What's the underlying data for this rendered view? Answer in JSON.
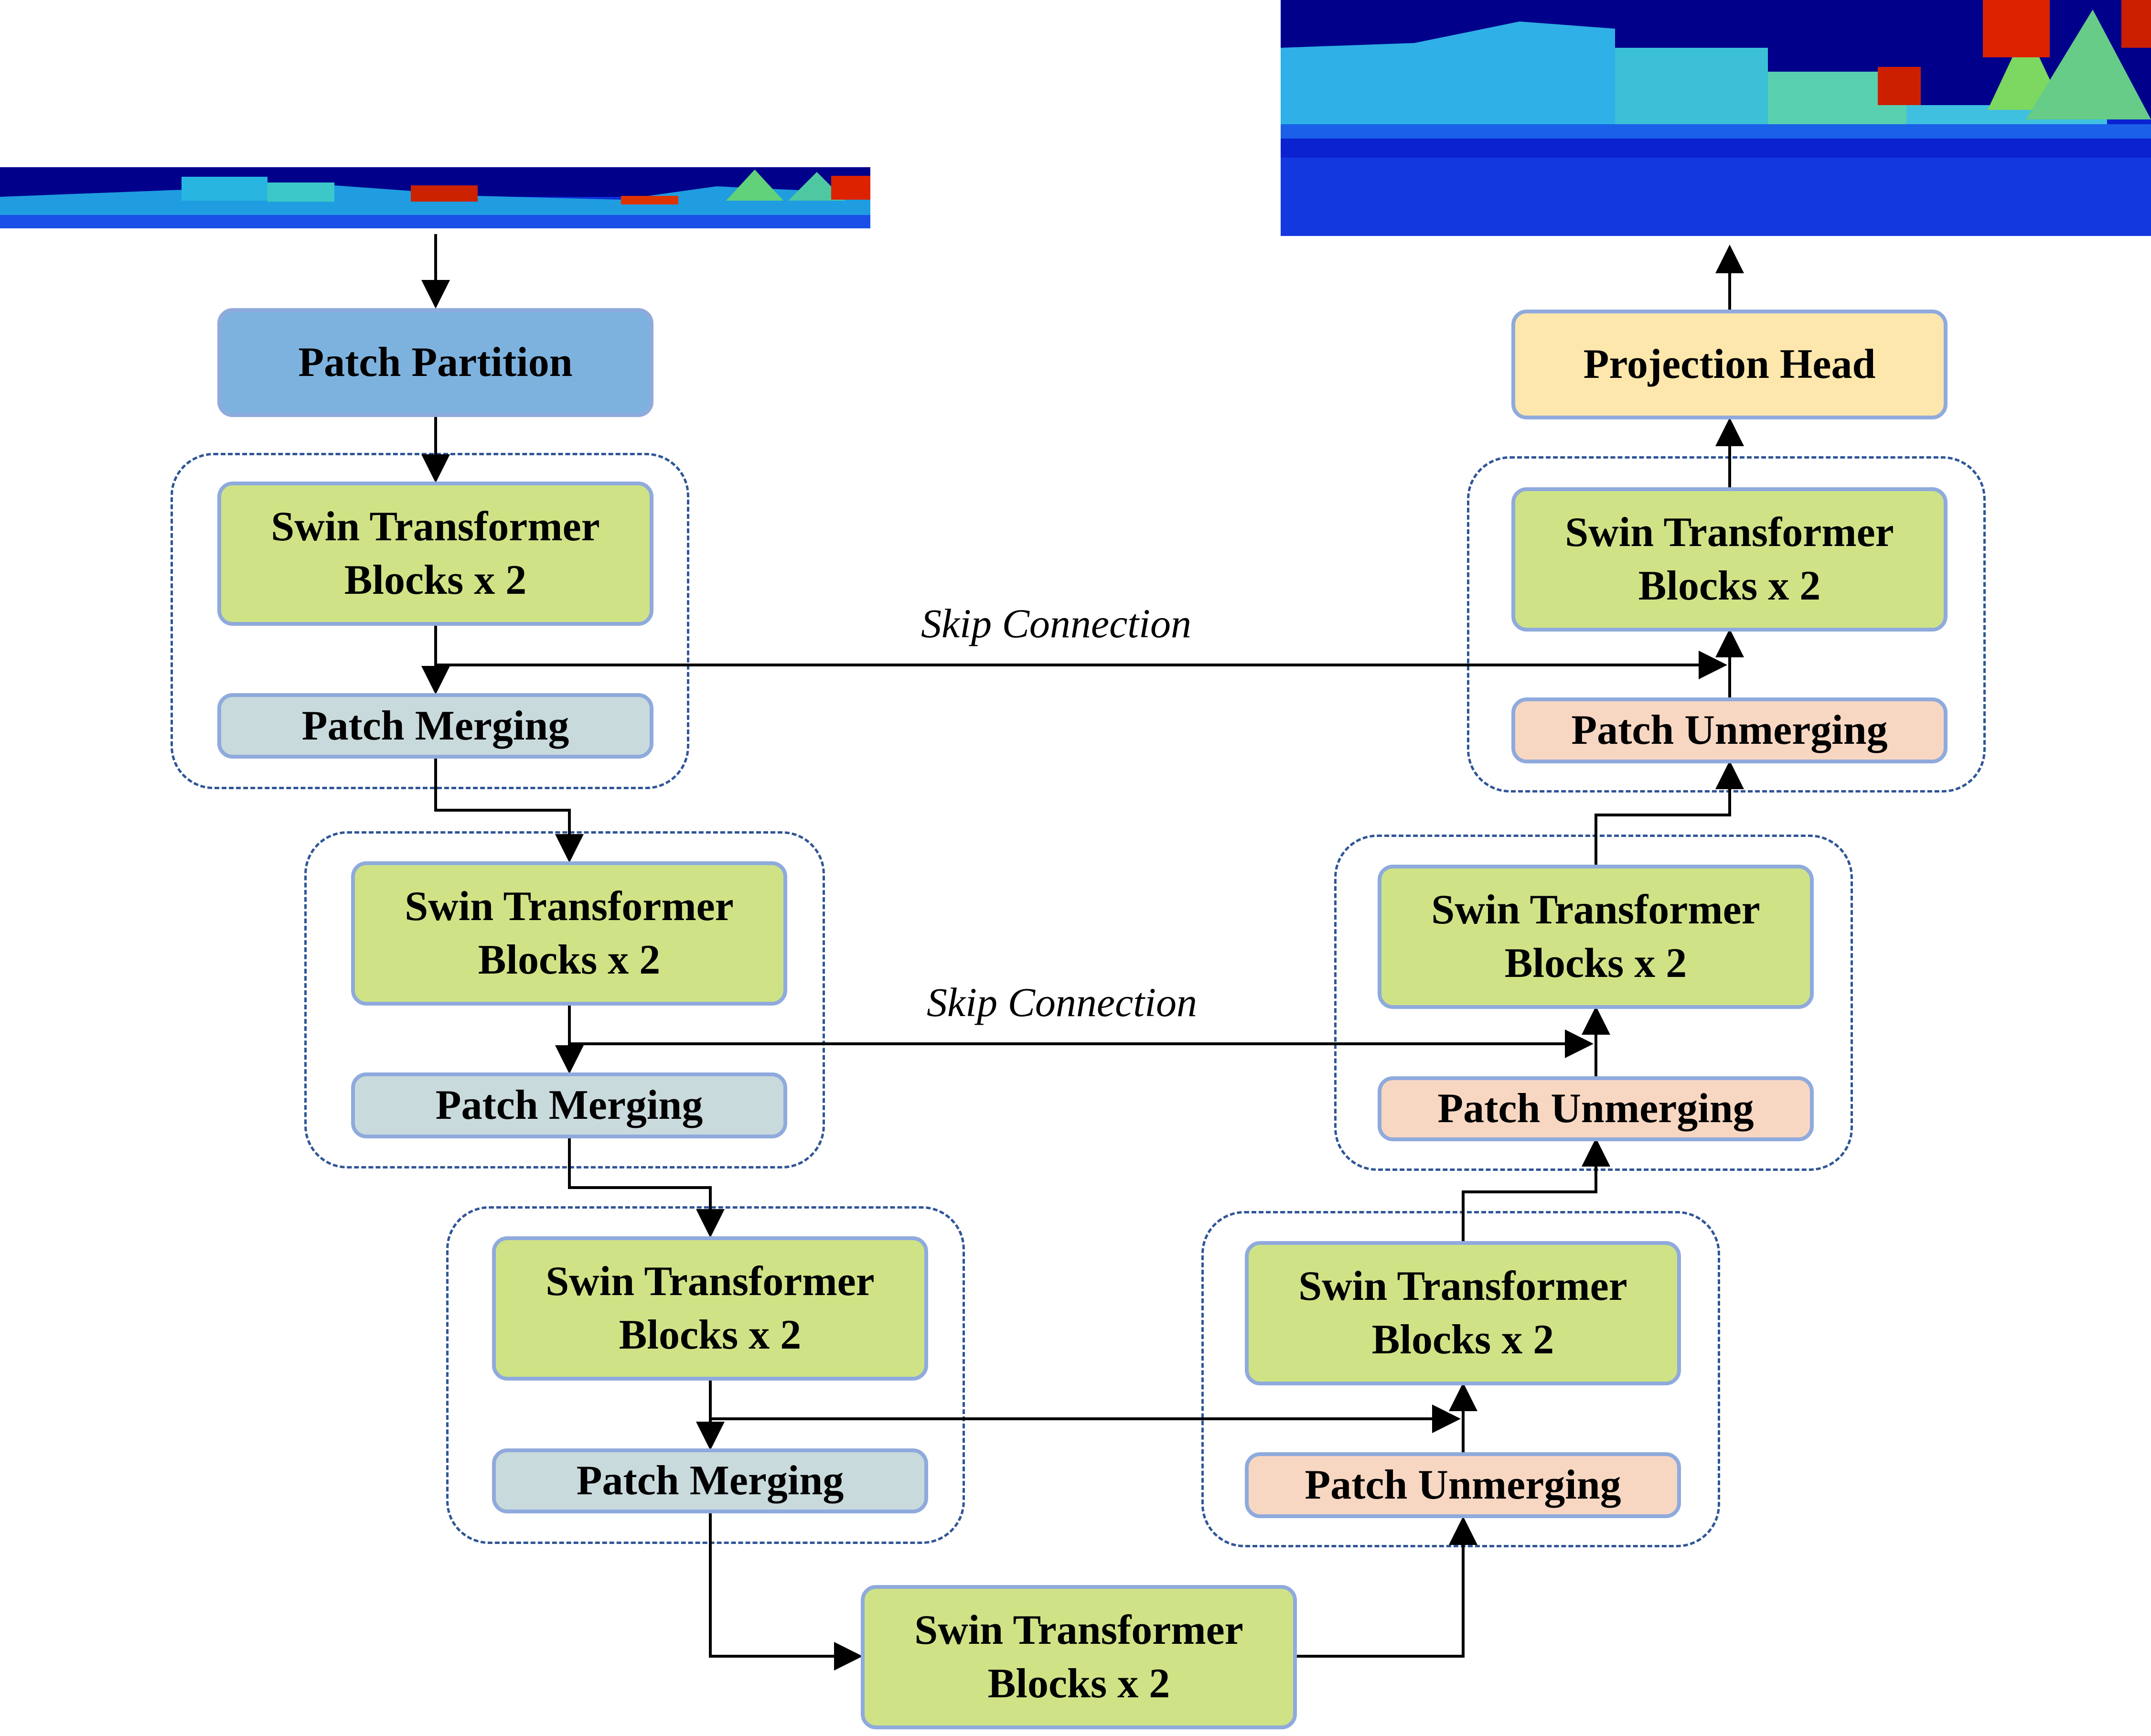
{
  "nodes": {
    "patch_partition": "Patch Partition",
    "projection_head": "Projection Head",
    "swin_line1": "Swin Transformer",
    "swin_line2": "Blocks x 2",
    "patch_merging": "Patch Merging",
    "patch_unmerging": "Patch Unmerging"
  },
  "labels": {
    "skip_connection": "Skip Connection"
  },
  "colors": {
    "partition": "#7eb2de",
    "projection": "#fde7ac",
    "swin": "#cfe386",
    "merging": "#c9dadc",
    "unmerging": "#f8d7c2",
    "border": "#8faadc",
    "group_border": "#2f5597"
  }
}
